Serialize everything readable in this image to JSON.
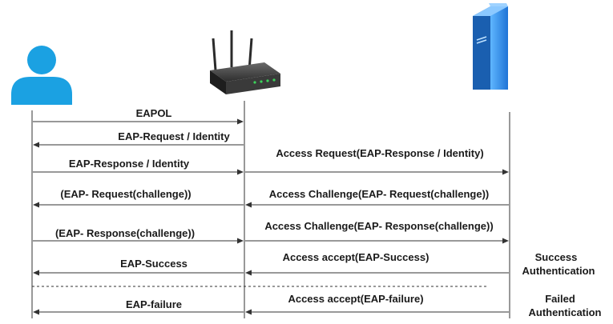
{
  "actors": [
    {
      "name": "user",
      "icon": "user-icon",
      "color": "#1ba1e2"
    },
    {
      "name": "access-point",
      "icon": "wireless-router-icon",
      "color": "#2b2b2b"
    },
    {
      "name": "server",
      "icon": "server-icon",
      "color": "#2f8de4"
    }
  ],
  "messages": [
    {
      "label": "EAPOL",
      "from": "user",
      "to": "access-point"
    },
    {
      "label": "EAP-Request / Identity",
      "from": "access-point",
      "to": "user"
    },
    {
      "label": "Access Request(EAP-Response / Identity)",
      "from": "access-point",
      "to": "server"
    },
    {
      "label": "EAP-Response / Identity",
      "from": "user",
      "to": "access-point"
    },
    {
      "label": "(EAP- Request(challenge))",
      "from": "access-point",
      "to": "user"
    },
    {
      "label": "Access Challenge(EAP- Request(challenge))",
      "from": "server",
      "to": "access-point"
    },
    {
      "label": "(EAP- Response(challenge))",
      "from": "user",
      "to": "access-point"
    },
    {
      "label": "Access Challenge(EAP- Response(challenge))",
      "from": "access-point",
      "to": "server"
    },
    {
      "label": "EAP-Success",
      "from": "access-point",
      "to": "user"
    },
    {
      "label": "Access accept(EAP-Success)",
      "from": "server",
      "to": "access-point"
    },
    {
      "label": "EAP-failure",
      "from": "access-point",
      "to": "user"
    },
    {
      "label": "Access accept(EAP-failure)",
      "from": "server",
      "to": "access-point"
    }
  ],
  "notes": {
    "success_line1": "Success",
    "success_line2": "Authentication",
    "failed_line1": "Failed",
    "failed_line2": "Authentication"
  }
}
